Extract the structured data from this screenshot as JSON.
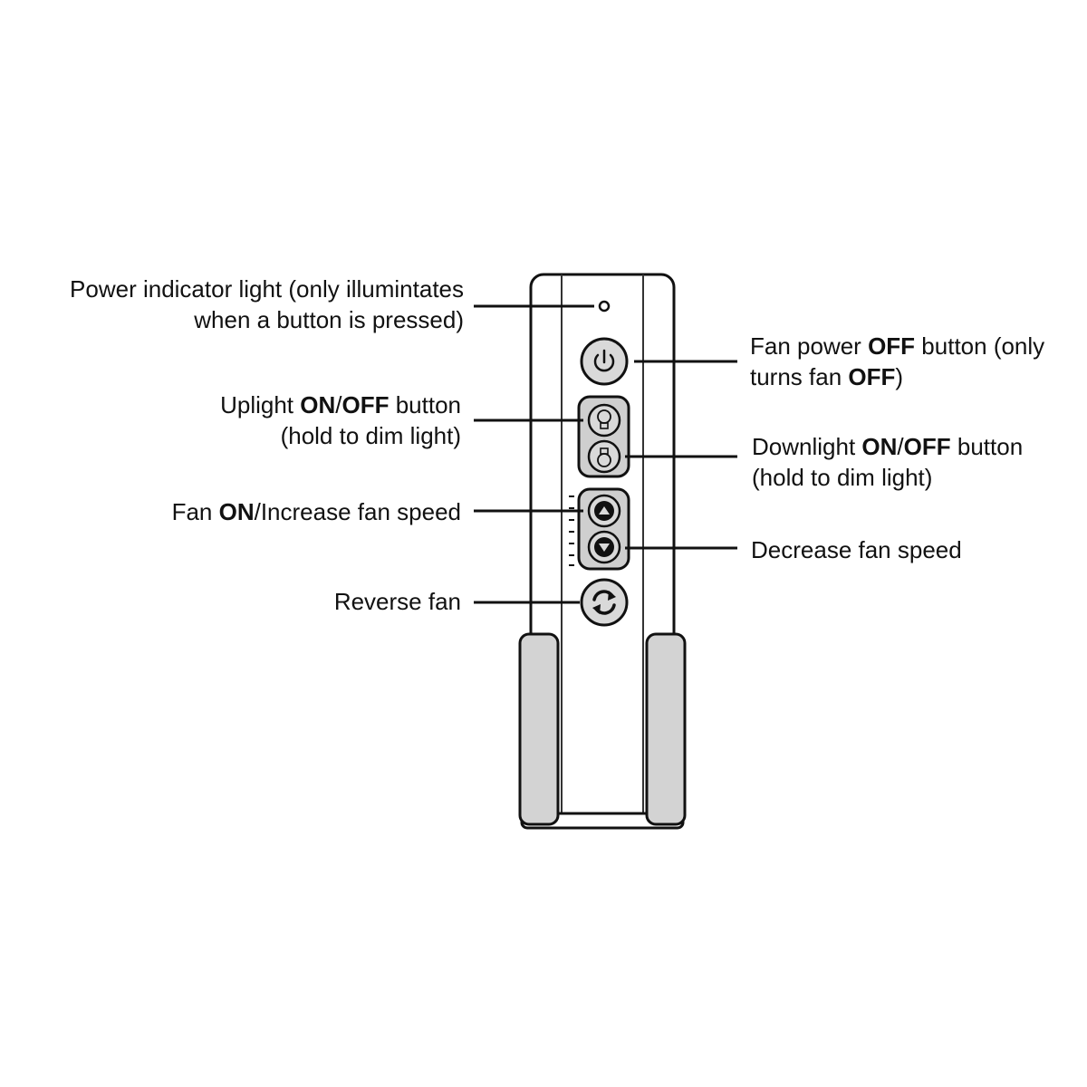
{
  "colors": {
    "ink": "#111111",
    "button_fill": "#d9d9d9",
    "panel_fill": "#cfcfcf",
    "grip_fill": "#d3d3d3",
    "body_fill": "#ffffff"
  },
  "labels": {
    "power_indicator": {
      "line1": "Power indicator light (only illumintates",
      "line2": "when a button is pressed)"
    },
    "fan_power_off": {
      "line1a": "Fan power ",
      "line1b": "OFF",
      "line1c": " button (only",
      "line2a": "turns fan ",
      "line2b": "OFF",
      "line2c": ")"
    },
    "uplight": {
      "line1a": "Uplight ",
      "line1b": "ON",
      "line1c": "/",
      "line1d": "OFF",
      "line1e": " button",
      "line2": "(hold to dim light)"
    },
    "downlight": {
      "line1a": "Downlight ",
      "line1b": "ON",
      "line1c": "/",
      "line1d": "OFF",
      "line1e": " button",
      "line2": "(hold to dim light)"
    },
    "fan_increase": {
      "line1a": "Fan ",
      "line1b": "ON",
      "line1c": "/Increase fan speed"
    },
    "fan_decrease": {
      "line1": "Decrease fan speed"
    },
    "reverse_fan": {
      "line1": "Reverse fan"
    }
  },
  "icons": {
    "power": "power-icon",
    "uplight": "uplight-bulb-icon",
    "downlight": "downlight-bulb-icon",
    "speed_up": "chevron-up-icon",
    "speed_down": "chevron-down-icon",
    "reverse": "reverse-arrows-icon"
  }
}
